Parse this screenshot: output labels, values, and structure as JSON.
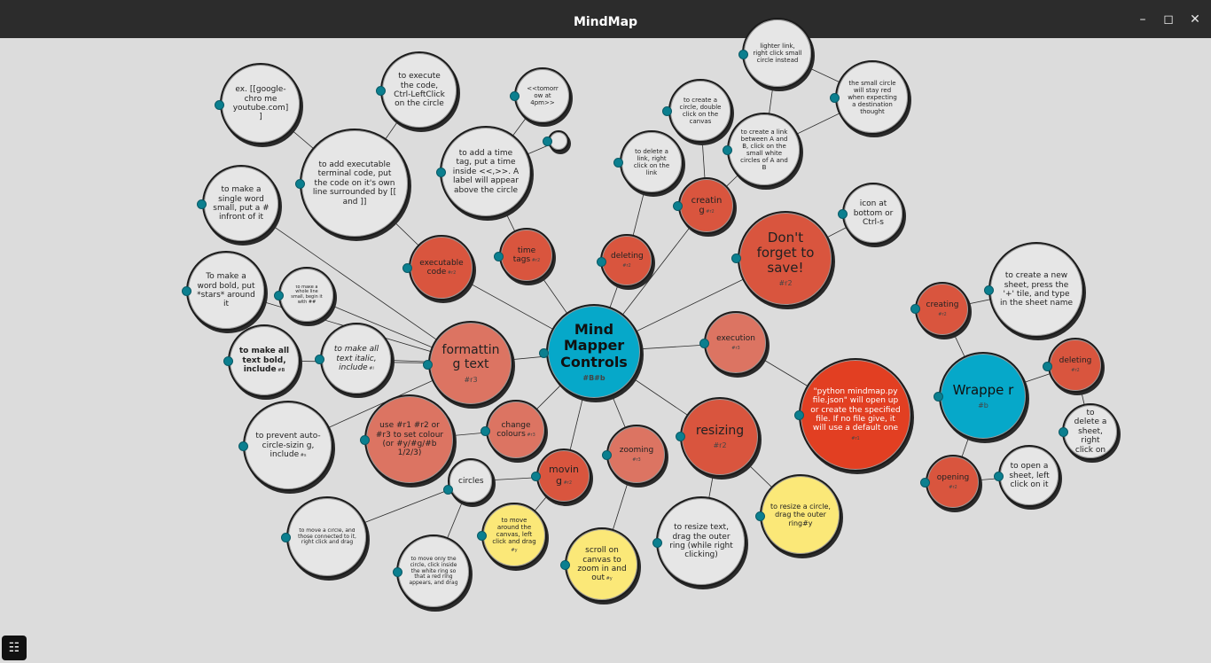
{
  "window": {
    "title": "MindMap",
    "minimize_icon": "minimize-icon",
    "maximize_icon": "maximize-icon",
    "close_icon": "close-icon"
  },
  "colors": {
    "titlebar": "#2c2c2c",
    "canvas": "#dcdcdc",
    "white": "#e6e6e6",
    "red": "#d9553e",
    "salmon": "#dc7462",
    "deepred": "#e23f22",
    "cyan": "#06a8c9",
    "yellow": "#fbe878",
    "anchor": "#0b7f8f"
  },
  "nodes": [
    {
      "id": "mind-mapper-controls",
      "text": "Mind Mapper Controls",
      "tag": "#B#b",
      "color": "cyan",
      "bold": true
    },
    {
      "id": "formatting-text",
      "text": "formattin g text",
      "tag": "#r3",
      "color": "salmon"
    },
    {
      "id": "executable-code",
      "text": "executable code",
      "tag": "#r2",
      "color": "red"
    },
    {
      "id": "time-tags",
      "text": "time tags",
      "tag": "#r2",
      "color": "red"
    },
    {
      "id": "deleting",
      "text": "deleting",
      "tag": "#r2",
      "color": "red"
    },
    {
      "id": "dont-forget-to-save",
      "text": "Don't forget to save!",
      "tag": "#r2",
      "color": "red"
    },
    {
      "id": "execution",
      "text": "execution",
      "tag": "#r3",
      "color": "salmon"
    },
    {
      "id": "resizing",
      "text": "resizing",
      "tag": "#r2",
      "color": "red"
    },
    {
      "id": "zooming",
      "text": "zooming",
      "tag": "#r3",
      "color": "salmon"
    },
    {
      "id": "moving",
      "text": "movin g",
      "tag": "#r2",
      "color": "red"
    },
    {
      "id": "change-colours",
      "text": "change colours",
      "tag": "#r3",
      "color": "salmon"
    },
    {
      "id": "creating",
      "text": "creatin g",
      "tag": "#r2",
      "color": "red"
    },
    {
      "id": "set-colour",
      "text": "use #r1 #r2 or #r3 to set colour (or #y/#g/#b 1/2/3)",
      "tag": "",
      "color": "salmon"
    },
    {
      "id": "python-mindmap",
      "text": "\"python mindmap.py file.json\" will open up or create the specified file. If no file give, it will use a default one",
      "tag": "#r1",
      "color": "deepred"
    },
    {
      "id": "wrapper",
      "text": "Wrappe r",
      "tag": "#b",
      "color": "cyan"
    },
    {
      "id": "wrapper-creating",
      "text": "creating",
      "tag": "#r2",
      "color": "red"
    },
    {
      "id": "wrapper-deleting",
      "text": "deleting",
      "tag": "#r2",
      "color": "red"
    },
    {
      "id": "wrapper-opening",
      "text": "opening",
      "tag": "#r2",
      "color": "red"
    },
    {
      "id": "new-sheet",
      "text": "to create a new sheet, press the '+' tile, and type in the sheet name",
      "tag": "",
      "color": "white"
    },
    {
      "id": "delete-sheet",
      "text": "to delete a sheet, right click on",
      "tag": "",
      "color": "white"
    },
    {
      "id": "open-sheet",
      "text": "to open a sheet, left click on it",
      "tag": "",
      "color": "white"
    },
    {
      "id": "resize-circle",
      "text": "to resize a circle, drag the outer ring#y",
      "tag": "",
      "color": "yellow"
    },
    {
      "id": "resize-text",
      "text": "to resize text, drag the outer ring (while right clicking)",
      "tag": "",
      "color": "white"
    },
    {
      "id": "scroll-zoom",
      "text": "scroll on canvas to zoom in and out",
      "tag": "#y",
      "color": "yellow"
    },
    {
      "id": "move-canvas",
      "text": "to move around the canvas, left click and drag",
      "tag": "#y",
      "color": "yellow"
    },
    {
      "id": "circles",
      "text": "circles",
      "tag": "",
      "color": "white"
    },
    {
      "id": "move-circle",
      "text": "to move a circle, and those connected to it, right click and drag",
      "tag": "",
      "color": "white"
    },
    {
      "id": "move-only-circle",
      "text": "to move only the circle, click inside the white ring so that a red ring appears, and drag",
      "tag": "",
      "color": "white"
    },
    {
      "id": "prevent-autosize",
      "text": "to prevent auto-circle-sizin g, include",
      "tag": "#s",
      "color": "white"
    },
    {
      "id": "all-bold",
      "text": "to make all text bold, include",
      "tag": "#B",
      "color": "white",
      "bold": true
    },
    {
      "id": "all-italic",
      "text": "to make all text italic, include",
      "tag": "#i",
      "color": "white",
      "italic": true
    },
    {
      "id": "word-bold",
      "text": "To make a word bold, put *stars* around it",
      "tag": "",
      "color": "white"
    },
    {
      "id": "whole-line-small",
      "text": "to make a whole line small, begin it with ##",
      "tag": "",
      "color": "white"
    },
    {
      "id": "single-word-small",
      "text": "to make a single word small, put a # infront of it",
      "tag": "",
      "color": "white"
    },
    {
      "id": "terminal-code",
      "text": "to add executable terminal code, put the code on it's own line surrounded by [[ and ]]",
      "tag": "",
      "color": "white"
    },
    {
      "id": "example-code",
      "text": "ex. [[google-chro me youtube.com] ]",
      "tag": "",
      "color": "white"
    },
    {
      "id": "execute-code",
      "text": "to execute the code, Ctrl-LeftClick on the circle",
      "tag": "",
      "color": "white"
    },
    {
      "id": "time-tag-add",
      "text": "to add a time tag, put a time inside <<,>>. A label will appear above the circle",
      "tag": "",
      "color": "white"
    },
    {
      "id": "tomorrow",
      "text": "<<tomorr ow at 4pm>>",
      "tag": "",
      "color": "white"
    },
    {
      "id": "tiny-label",
      "text": "",
      "tag": "",
      "color": "white"
    },
    {
      "id": "delete-link",
      "text": "to delete a link, right click on the link",
      "tag": "",
      "color": "white"
    },
    {
      "id": "create-circle",
      "text": "to create a circle, double click on the canvas",
      "tag": "",
      "color": "white"
    },
    {
      "id": "create-link",
      "text": "to create a link between A and B, click on the small white circles of A and B",
      "tag": "",
      "color": "white"
    },
    {
      "id": "lighter-link",
      "text": "lighter link, right click small circle instead",
      "tag": "",
      "color": "white"
    },
    {
      "id": "small-circle-red",
      "text": "the small circle will stay red when expecting a destination thought",
      "tag": "",
      "color": "white"
    },
    {
      "id": "icon-bottom",
      "text": "icon at bottom or Ctrl-s",
      "tag": "",
      "color": "white"
    }
  ]
}
